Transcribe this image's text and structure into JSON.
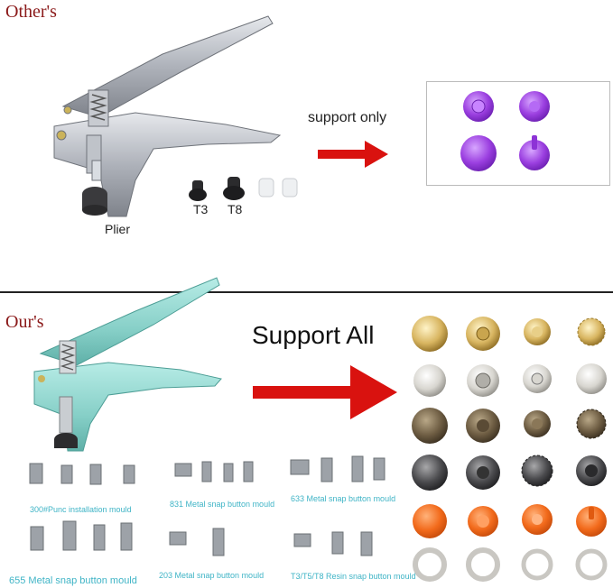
{
  "top": {
    "heading": "Other's",
    "plier_label": "Plier",
    "t3_label": "T3",
    "t8_label": "T8",
    "support_text": "support only"
  },
  "bottom": {
    "heading": "Our's",
    "support_text": "Support All",
    "moulds": [
      {
        "caption": "300#Punc installation mould"
      },
      {
        "caption": "831 Metal snap button mould"
      },
      {
        "caption": "633 Metal snap button mould"
      },
      {
        "caption": "655 Metal snap button mould"
      },
      {
        "caption": "203 Metal snap button mould"
      },
      {
        "caption": "T3/T5/T8 Resin snap button mould"
      }
    ]
  },
  "colors": {
    "heading": "#8b1a1a",
    "arrow": "#d9120f",
    "plier_top": "#b8bcc4",
    "plier_bottom": "#8fd3cc",
    "caption": "#3fb4c6",
    "resin_snap": "#9b3fe0",
    "orange_snap": "#f26a1b"
  }
}
